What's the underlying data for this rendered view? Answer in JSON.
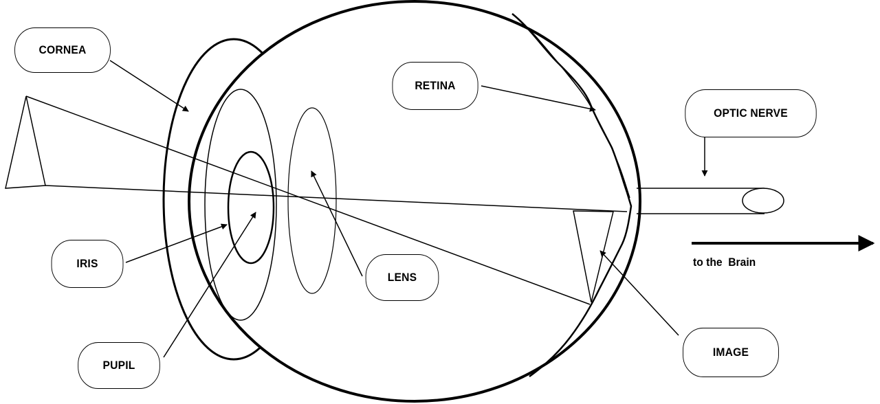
{
  "labels": {
    "cornea": "CORNEA",
    "retina": "RETINA",
    "optic_nerve": "OPTIC  NERVE",
    "iris": "IRIS",
    "lens": "LENS",
    "pupil": "PUPIL",
    "image": "IMAGE"
  },
  "direction_text": "to the  Brain",
  "colors": {
    "stroke": "#000000",
    "background": "#ffffff"
  }
}
